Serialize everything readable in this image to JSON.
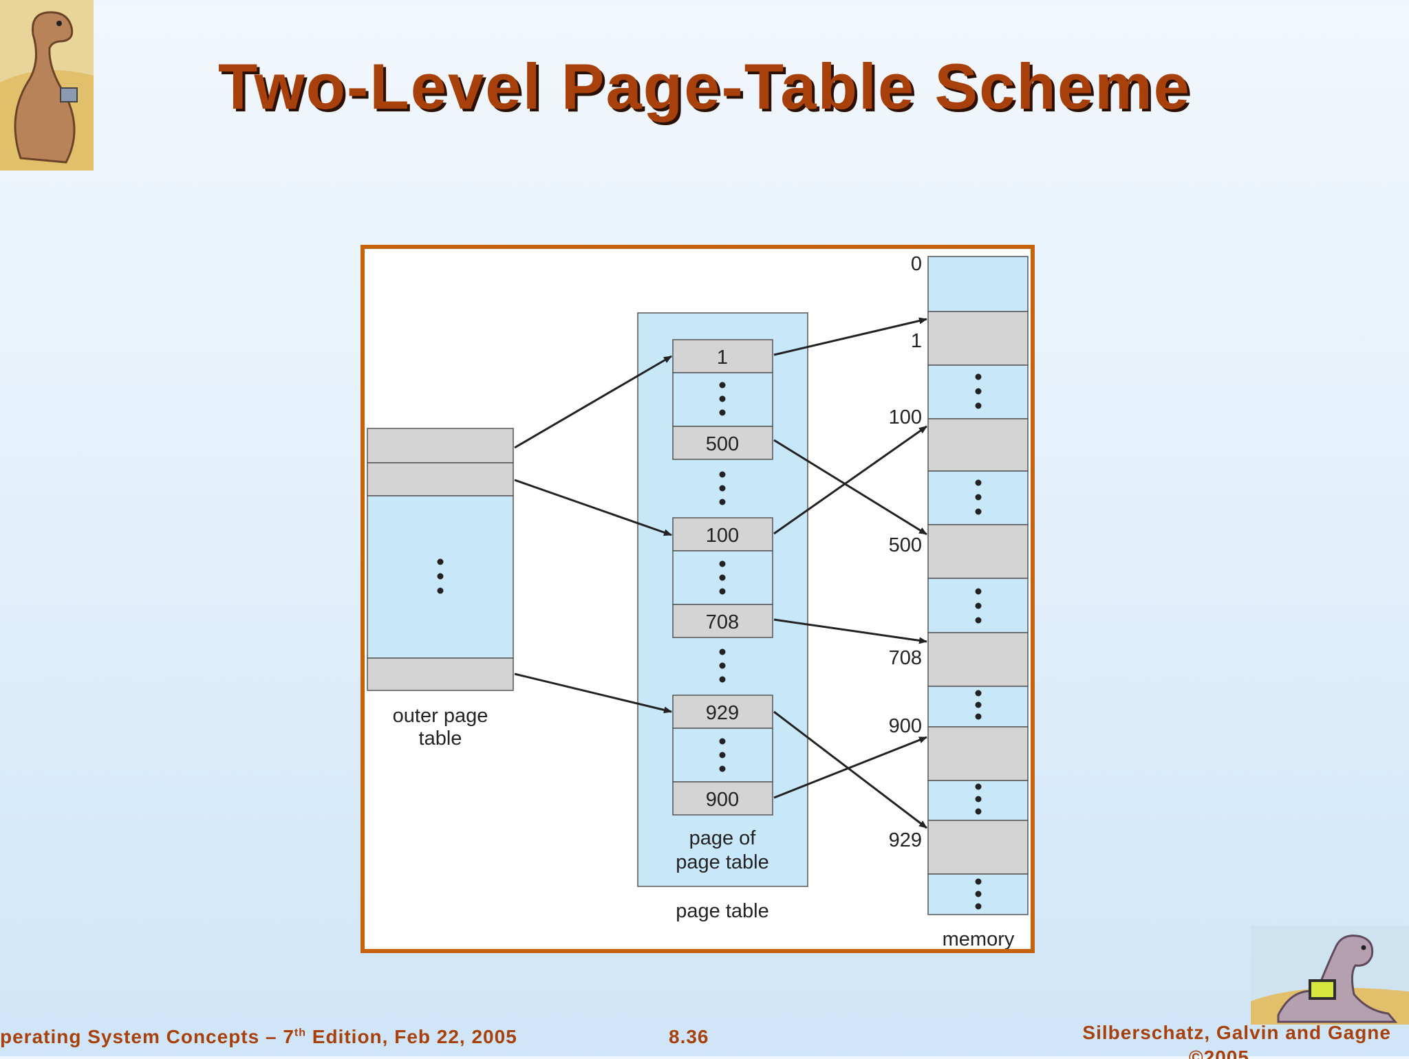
{
  "slide": {
    "title": "Two-Level Page-Table Scheme",
    "footer_left_a": "perating System Concepts – 7",
    "footer_left_sup": "th",
    "footer_left_b": " Edition, Feb 22, 2005",
    "footer_center": "8.36",
    "footer_right": "Silberschatz, Galvin and Gagne",
    "footer_right_copy": "©2005"
  },
  "diagram": {
    "outer_label_1": "outer page",
    "outer_label_2": "table",
    "page_table_label": "page table",
    "page_of_label_1": "page of",
    "page_of_label_2": "page table",
    "memory_label": "memory",
    "entries": [
      "1",
      "500",
      "100",
      "708",
      "929",
      "900"
    ],
    "memory_addresses": [
      "0",
      "1",
      "100",
      "500",
      "708",
      "900",
      "929"
    ]
  },
  "colors": {
    "title": "#a8400c",
    "frame": "#c6640e",
    "light_blue": "#c8e7f8",
    "gray": "#d4d4d4"
  }
}
